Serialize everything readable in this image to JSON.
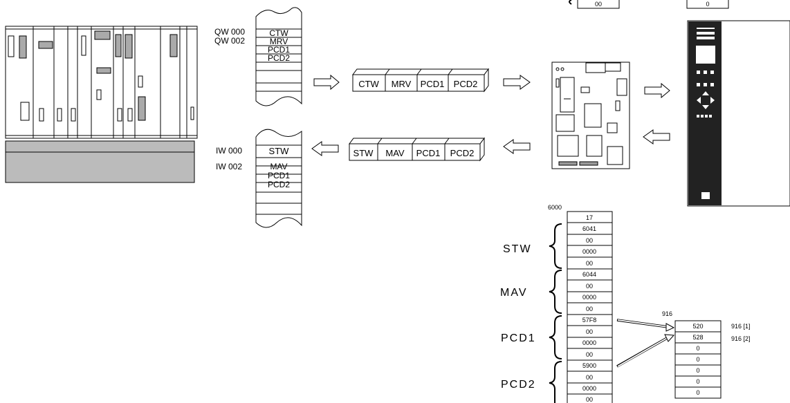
{
  "plc": {
    "output_addresses": [
      "QW 000",
      "QW 002"
    ],
    "output_words": [
      "CTW",
      "MRV",
      "PCD1",
      "PCD2"
    ],
    "input_addresses": [
      "IW 000",
      "IW 002"
    ],
    "input_words": [
      "STW",
      "MAV",
      "PCD1",
      "PCD2"
    ]
  },
  "telegram_out": [
    "CTW",
    "MRV",
    "PCD1",
    "PCD2"
  ],
  "telegram_in": [
    "STW",
    "MAV",
    "PCD1",
    "PCD2"
  ],
  "top_partial": {
    "left_value": "00",
    "right_value": "0"
  },
  "memory": {
    "start_address": "6000",
    "groups": [
      {
        "label": "STW",
        "cells": [
          "17",
          "6041",
          "00",
          "0000",
          "00"
        ]
      },
      {
        "label": "MAV",
        "cells": [
          "6044",
          "00",
          "0000",
          "00"
        ]
      },
      {
        "label": "PCD1",
        "cells": [
          "57F8",
          "00",
          "0000",
          "00"
        ]
      },
      {
        "label": "PCD2",
        "cells": [
          "5900",
          "00",
          "0000",
          "00"
        ]
      }
    ]
  },
  "param916": {
    "title": "916",
    "cells": [
      "520",
      "528",
      "0",
      "0",
      "0",
      "0",
      "0"
    ],
    "index_labels": [
      "916 [1]",
      "916 [2]"
    ]
  }
}
